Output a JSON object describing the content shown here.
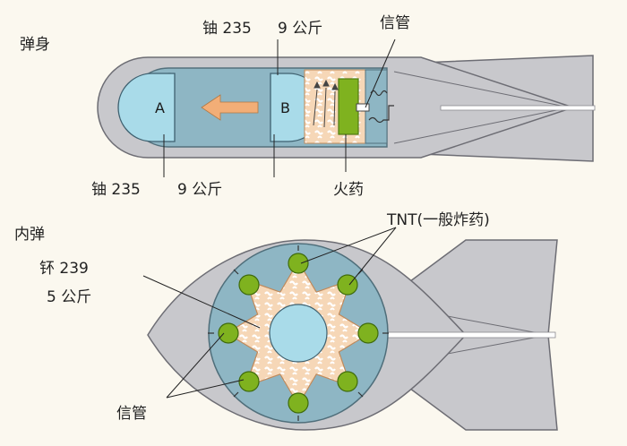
{
  "gun_type": {
    "casing_label": "弹身",
    "uranium_a_label": "铀 235",
    "uranium_a_mass": "9 公斤",
    "uranium_b_label": "铀 235",
    "uranium_b_mass": "9 公斤",
    "fuse_label": "信管",
    "propellant_label": "火药",
    "part_a": "A",
    "part_b": "B"
  },
  "implosion_type": {
    "inner_bomb_label": "内弹",
    "plutonium_label": "钚 239",
    "plutonium_mass": "5 公斤",
    "tnt_label": "TNT(一般炸药)",
    "fuse_label": "信管",
    "charge_count": 8
  },
  "colors": {
    "casing": "#c8c8cc",
    "casing_edge": "#6d6d74",
    "chamber": "#8eb6c4",
    "uranium": "#a9dbe9",
    "propellant": "#f4c79a",
    "charge_green": "#7fb21f",
    "arrow": "#f2ae77"
  }
}
